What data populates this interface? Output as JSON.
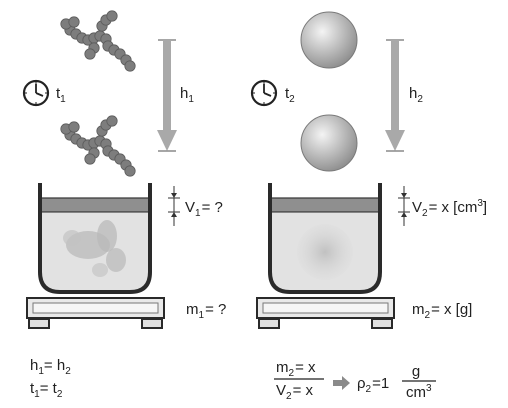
{
  "colors": {
    "molecule": "#7d7d7d",
    "sphere_light": "#f4f4f4",
    "sphere_dark": "#8c8c8c",
    "arrow": "#a9a9a9",
    "liquid": "#e2e2e2",
    "piston": "#8f8f8f",
    "outline": "#333333"
  },
  "icons": [
    "clock-icon",
    "molecule-cluster-icon",
    "sphere-icon",
    "arrow-down-icon",
    "cylinder-icon",
    "scale-icon",
    "implies-arrow-icon"
  ],
  "left": {
    "time": {
      "sym": "t",
      "sub": "1"
    },
    "height": {
      "sym": "h",
      "sub": "1"
    },
    "volume": {
      "sym": "V",
      "sub": "1",
      "rest": "= ?"
    },
    "mass": {
      "sym": "m",
      "sub": "1",
      "rest": "= ?"
    }
  },
  "right": {
    "time": {
      "sym": "t",
      "sub": "2"
    },
    "height": {
      "sym": "h",
      "sub": "2"
    },
    "volume": {
      "sym": "V",
      "sub": "2",
      "rest": "= x [cm",
      "sup": "3",
      "close": "]"
    },
    "mass": {
      "sym": "m",
      "sub": "2",
      "rest": "= x [g]"
    }
  },
  "conditions": {
    "line1": {
      "a": "h",
      "a_sub": "1",
      "eq": "= h",
      "b_sub": "2"
    },
    "line2": {
      "a": "t",
      "a_sub": "1",
      "eq": "= t",
      "b_sub": "2"
    }
  },
  "formula": {
    "num": {
      "sym": "m",
      "sub": "2",
      "rest": "= x"
    },
    "den": {
      "sym": "V",
      "sub": "2",
      "rest": "= x"
    },
    "result": {
      "sym": "ρ",
      "sub": "2",
      "rest": "=1"
    },
    "unit_num": "g",
    "unit_den": "cm",
    "unit_sup": "3"
  }
}
